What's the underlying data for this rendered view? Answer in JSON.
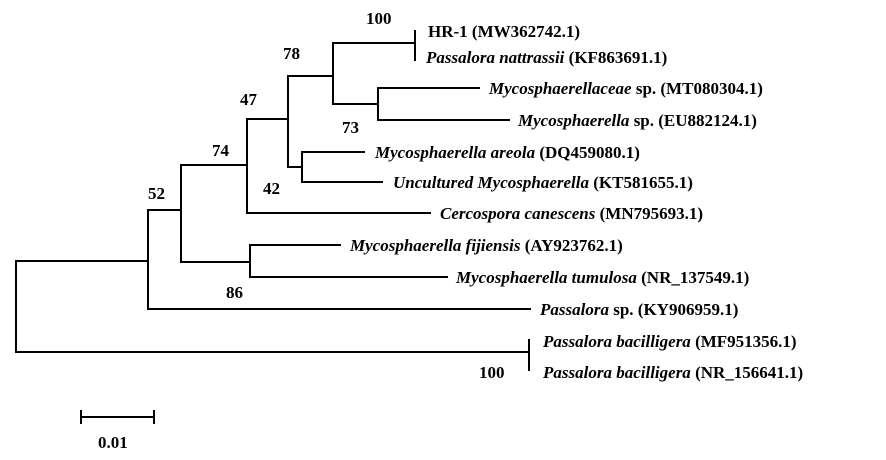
{
  "taxa": [
    {
      "id": "hr1",
      "italic": "",
      "plain": "HR-1 (MW362742.1)"
    },
    {
      "id": "pnat",
      "italic": "Passalora nattrassii",
      "plain": " (KF863691.1)"
    },
    {
      "id": "myco-ceae",
      "italic": "Mycosphaerellaceae",
      "plain": " sp. (MT080304.1)"
    },
    {
      "id": "myco-sp",
      "italic": "Mycosphaerella",
      "plain": " sp. (EU882124.1)"
    },
    {
      "id": "myco-areola",
      "italic": "Mycosphaerella areola",
      "plain": " (DQ459080.1)"
    },
    {
      "id": "unc-myco",
      "italic": "Uncultured Mycosphaerella",
      "plain": " (KT581655.1)"
    },
    {
      "id": "cerco",
      "italic": "Cercospora canescens",
      "plain": " (MN795693.1)"
    },
    {
      "id": "myco-fij",
      "italic": "Mycosphaerella fijiensis",
      "plain": " (AY923762.1)"
    },
    {
      "id": "myco-tum",
      "italic": "Mycosphaerella tumulosa",
      "plain": " (NR_137549.1)"
    },
    {
      "id": "pass-sp",
      "italic": "Passalora",
      "plain": " sp. (KY906959.1)"
    },
    {
      "id": "pbac1",
      "italic": "Passalora bacilligera",
      "plain": " (MF951356.1)"
    },
    {
      "id": "pbac2",
      "italic": "Passalora bacilligera",
      "plain": " (NR_156641.1)"
    }
  ],
  "bootstrap": [
    "100",
    "78",
    "47",
    "73",
    "74",
    "42",
    "52",
    "86",
    "100"
  ],
  "scale_bar": {
    "label": "0.01",
    "value": 0.01
  }
}
